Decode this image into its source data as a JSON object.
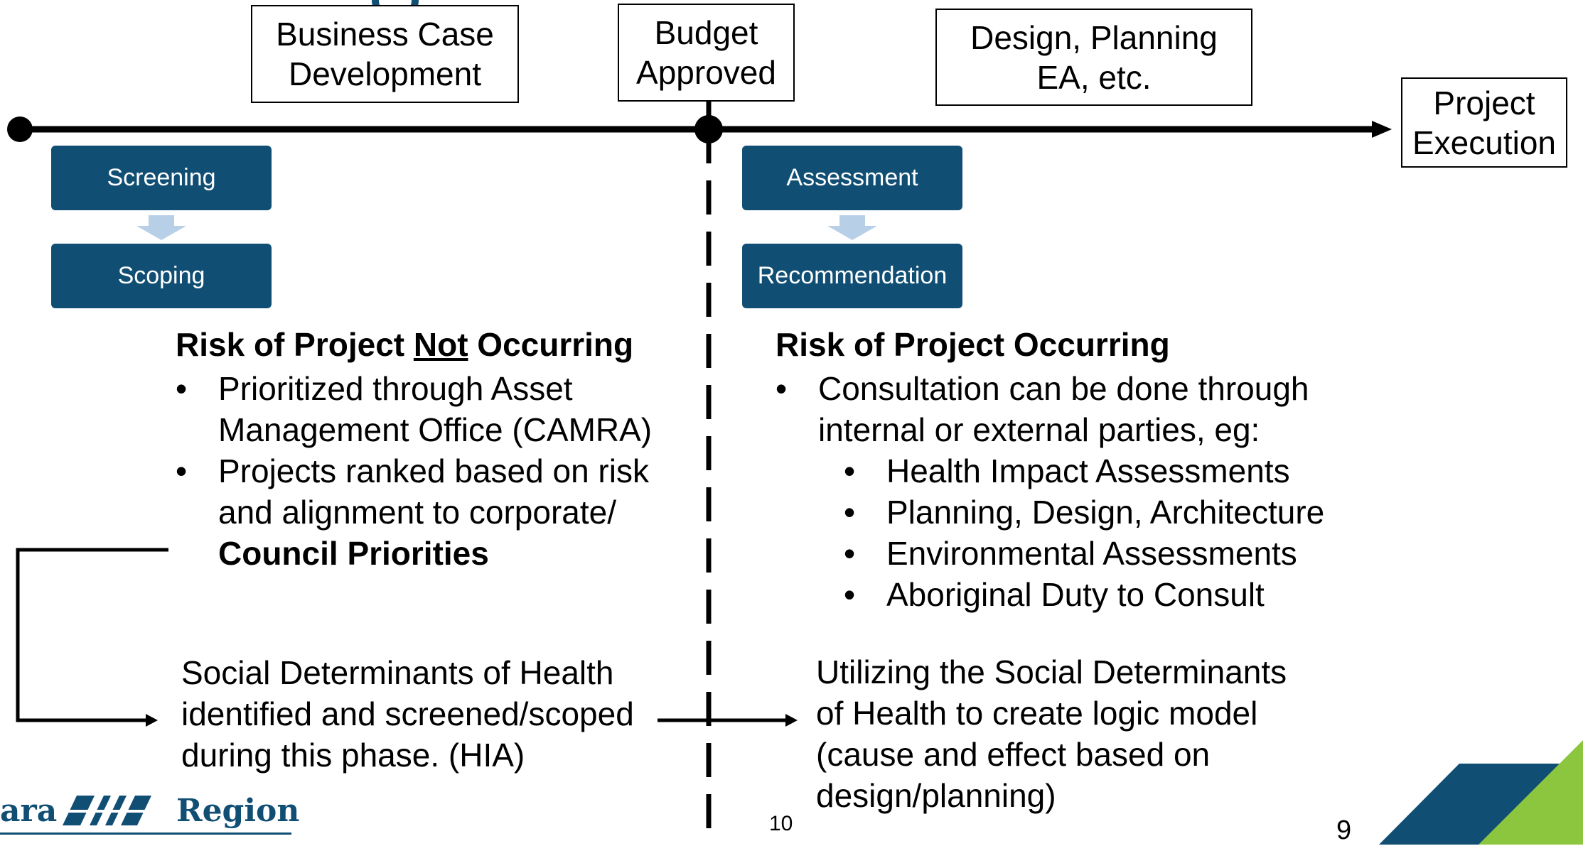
{
  "timeline": {
    "milestones": {
      "business_case": [
        "Business Case",
        "Development"
      ],
      "budget": [
        "Budget",
        "Approved"
      ],
      "design": [
        "Design, Planning",
        "EA, etc."
      ],
      "execution": [
        "Project",
        "Execution"
      ]
    }
  },
  "left_phase": {
    "steps": [
      "Screening",
      "Scoping"
    ],
    "heading_pre": "Risk of Project ",
    "heading_underlined": "Not",
    "heading_post": " Occurring",
    "bullets": [
      {
        "lines": [
          "Prioritized through Asset",
          "Management Office (CAMRA)"
        ]
      },
      {
        "lines": [
          "Projects ranked based on risk",
          "and alignment to corporate/"
        ],
        "bold_line": "Council Priorities"
      }
    ],
    "note_lines": [
      "Social Determinants of Health",
      "identified and screened/scoped",
      "during this phase. (HIA)"
    ]
  },
  "right_phase": {
    "steps": [
      "Assessment",
      "Recommendation"
    ],
    "heading": "Risk of Project Occurring",
    "bullet_lines": [
      "Consultation can be done through",
      "internal or external parties, eg:"
    ],
    "sub_bullets": [
      "Health Impact Assessments",
      "Planning, Design, Architecture",
      "Environmental Assessments",
      "Aboriginal Duty to Consult"
    ],
    "note_lines": [
      "Utilizing the Social Determinants",
      "of Health to create logic model",
      "(cause and effect based on",
      "design/planning)"
    ]
  },
  "bullet_glyph": "•",
  "footer": {
    "logo_text_left": "ara",
    "logo_text_right": "Region",
    "page_number_small": "10",
    "page_number": "9"
  },
  "colors": {
    "step_fill": "#104e74",
    "step_arrow": "#b8cfe8",
    "corner_dark": "#104e74",
    "corner_green": "#8cc63f"
  }
}
